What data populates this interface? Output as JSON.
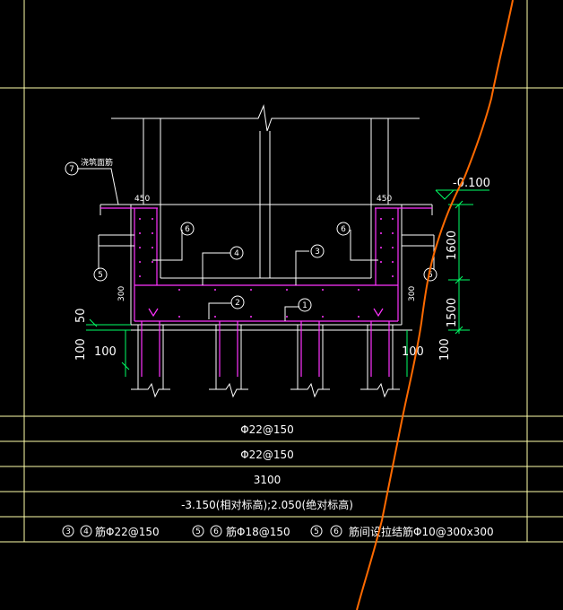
{
  "colors": {
    "background": "#000000",
    "frame": "#ffffaa",
    "wall": "#ffffff",
    "rebar": "#ff33ff",
    "dimension": "#00ff66",
    "cut_line": "#ff6a00",
    "text": "#ffffff"
  },
  "drawing": {
    "elevation_label": "-0.100",
    "label_7_text": "浇筑面筋",
    "dim_top_left": "450",
    "dim_top_right": "450",
    "dim_side_left": "300",
    "dim_side_right": "300",
    "dim_v_upper": "1600",
    "dim_v_lower": "1500",
    "dim_50": "50",
    "dim_100_left_v": "100",
    "dim_100_left_h": "100",
    "dim_100_right_h": "100",
    "dim_100_right_v": "100",
    "tags": {
      "t1": "1",
      "t2": "2",
      "t3": "3",
      "t4": "4",
      "t5_left": "5",
      "t5_right": "5",
      "t6_left": "6",
      "t6_right": "6",
      "t7": "7"
    }
  },
  "table": {
    "rows": [
      "Φ22@150",
      "Φ22@150",
      "3100",
      "-3.150(相对标高);2.050(绝对标高)"
    ],
    "last_row": {
      "a_tag1": "3",
      "a_tag2": "4",
      "a_text": "筋Φ22@150",
      "b_tag1": "5",
      "b_tag2": "6",
      "b_text": "筋Φ18@150",
      "c_tag1": "5",
      "c_tag2": "6",
      "c_text": "筋间设拉结筋Φ10@300x300"
    }
  }
}
